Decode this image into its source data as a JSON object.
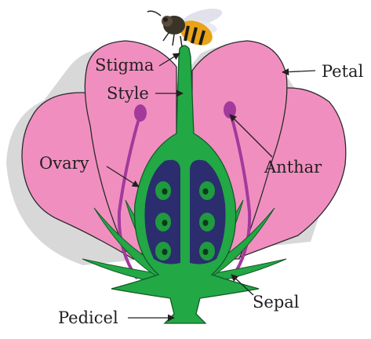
{
  "labels": {
    "stigma": "Stigma",
    "style": "Style",
    "petal": "Petal",
    "ovary": "Ovary",
    "anther": "Anthar",
    "sepal": "Sepal",
    "pedicel": "Pedicel"
  },
  "colors": {
    "petal": "#f08fbf",
    "petal_outline": "#2a2a2a",
    "pistil": "#22a845",
    "ovary_chamber": "#2b2d6e",
    "ovule": "#1f9a3f",
    "filament": "#a23a9c",
    "shadow": "#c8c8c8",
    "bee_body": "#e8a317"
  },
  "icons": [
    "bee-icon"
  ]
}
